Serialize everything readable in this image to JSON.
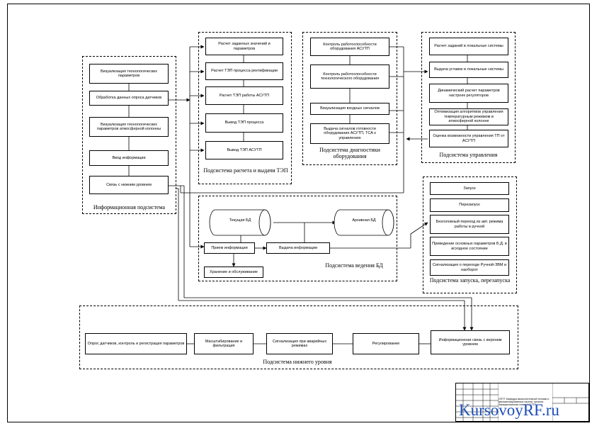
{
  "info": {
    "caption": "Информационная подсистема",
    "items": [
      "Визуализация технологических параметров",
      "Обработка данных опроса датчиков",
      "Визуализация технологических параметров атмосферной колонны",
      "Ввод информации",
      "Связь с нижним уровнем"
    ]
  },
  "tep": {
    "caption": "Подсистема расчета и выдачи ТЭП",
    "items": [
      "Расчет заданных значений и параметров",
      "Расчет ТЭП процесса ректификации",
      "Расчет ТЭП работы АСУТП",
      "Вывод ТЭП процесса",
      "Вывод ТЭП АСУТП"
    ]
  },
  "diag": {
    "caption": "Подсистема диагностики оборудования",
    "items": [
      "Контроль работоспособности оборудования АСУТП",
      "Контроль работоспособности технологического оборудования",
      "Визуализация входных сигналов",
      "Выдача сигналов готовности оборудования АСУТП, ТСА к управлению"
    ]
  },
  "ctrl": {
    "caption": "Подсистема управления",
    "items": [
      "Расчет заданий в локальные системы",
      "Выдача уставок в локальные системы",
      "Динамический расчет параметров настроек регуляторов",
      "Оптимизация алгоритмов управления температурным режимом в атмосферной колонне",
      "Оценка возможности управления ТП от АСУТП"
    ]
  },
  "db": {
    "caption": "Подсистема ведения БД",
    "current": "Текущая БД",
    "archive": "Архивная БД",
    "receive": "Прием информации",
    "output": "Выдача информации",
    "store": "Хранение и обслуживание"
  },
  "launch": {
    "caption": "Подсистема запуска, перезапуска",
    "items": [
      "Запуск",
      "Перезапуск",
      "Безголовный переход из авт. режима работы в ручной",
      "Приведение основных параметров Б.Д. в исходное состояние",
      "Сигнализация о переходе Ручной-ЗВМ и наоборот"
    ]
  },
  "low": {
    "caption": "Подсистема нижнего уровня",
    "items": [
      "Опрос датчиков, контроль и регистрация параметров",
      "Масштабирование и фильтрация",
      "Сигнализация при аварийных режимах",
      "Регулирование",
      "Информационная связь с верхним уровнем"
    ]
  },
  "stamp": {
    "text": "ОПТТ Кафедра вычислительной техники и автоматизированных систем, проекта Функциональная схема АСУТП"
  },
  "watermark": "KursovoyRF.ru"
}
